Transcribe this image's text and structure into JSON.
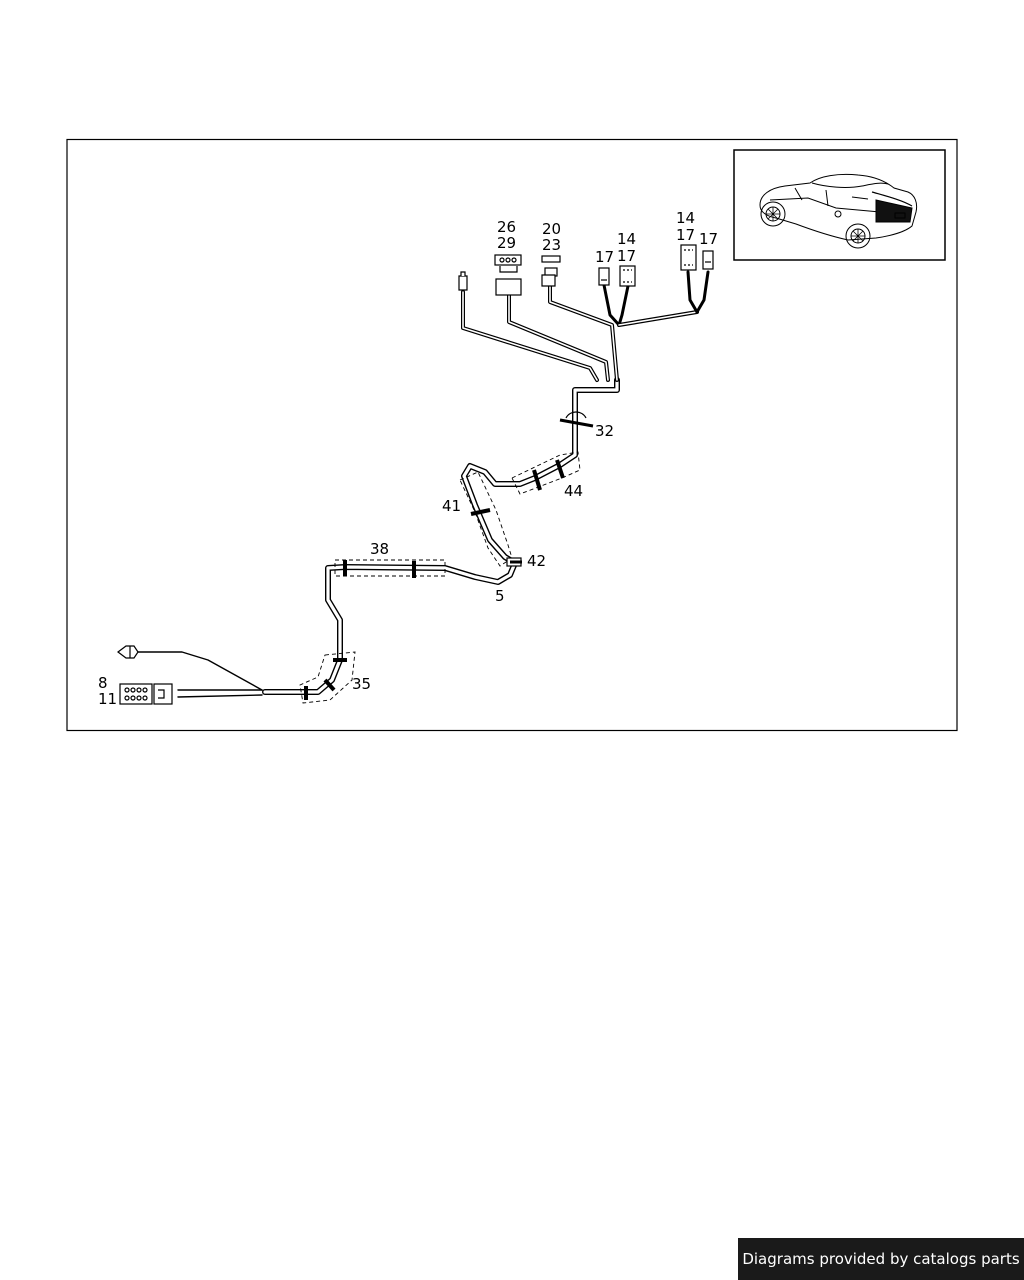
{
  "diagram": {
    "callouts": {
      "c26": "26",
      "c29": "29",
      "c20": "20",
      "c23": "23",
      "c17a": "17",
      "c14b": "14",
      "c17b": "17",
      "c14c": "14",
      "c17c": "17",
      "c17d": "17",
      "c32": "32",
      "c44": "44",
      "c41": "41",
      "c42": "42",
      "c38": "38",
      "c5": "5",
      "c35": "35",
      "c8": "8",
      "c11": "11"
    }
  },
  "footer": {
    "text": "Diagrams provided by catalogs parts"
  },
  "colors": {
    "line": "#000000",
    "background": "#ffffff",
    "footer_bg": "#1a1a1a",
    "footer_text": "#ffffff"
  }
}
